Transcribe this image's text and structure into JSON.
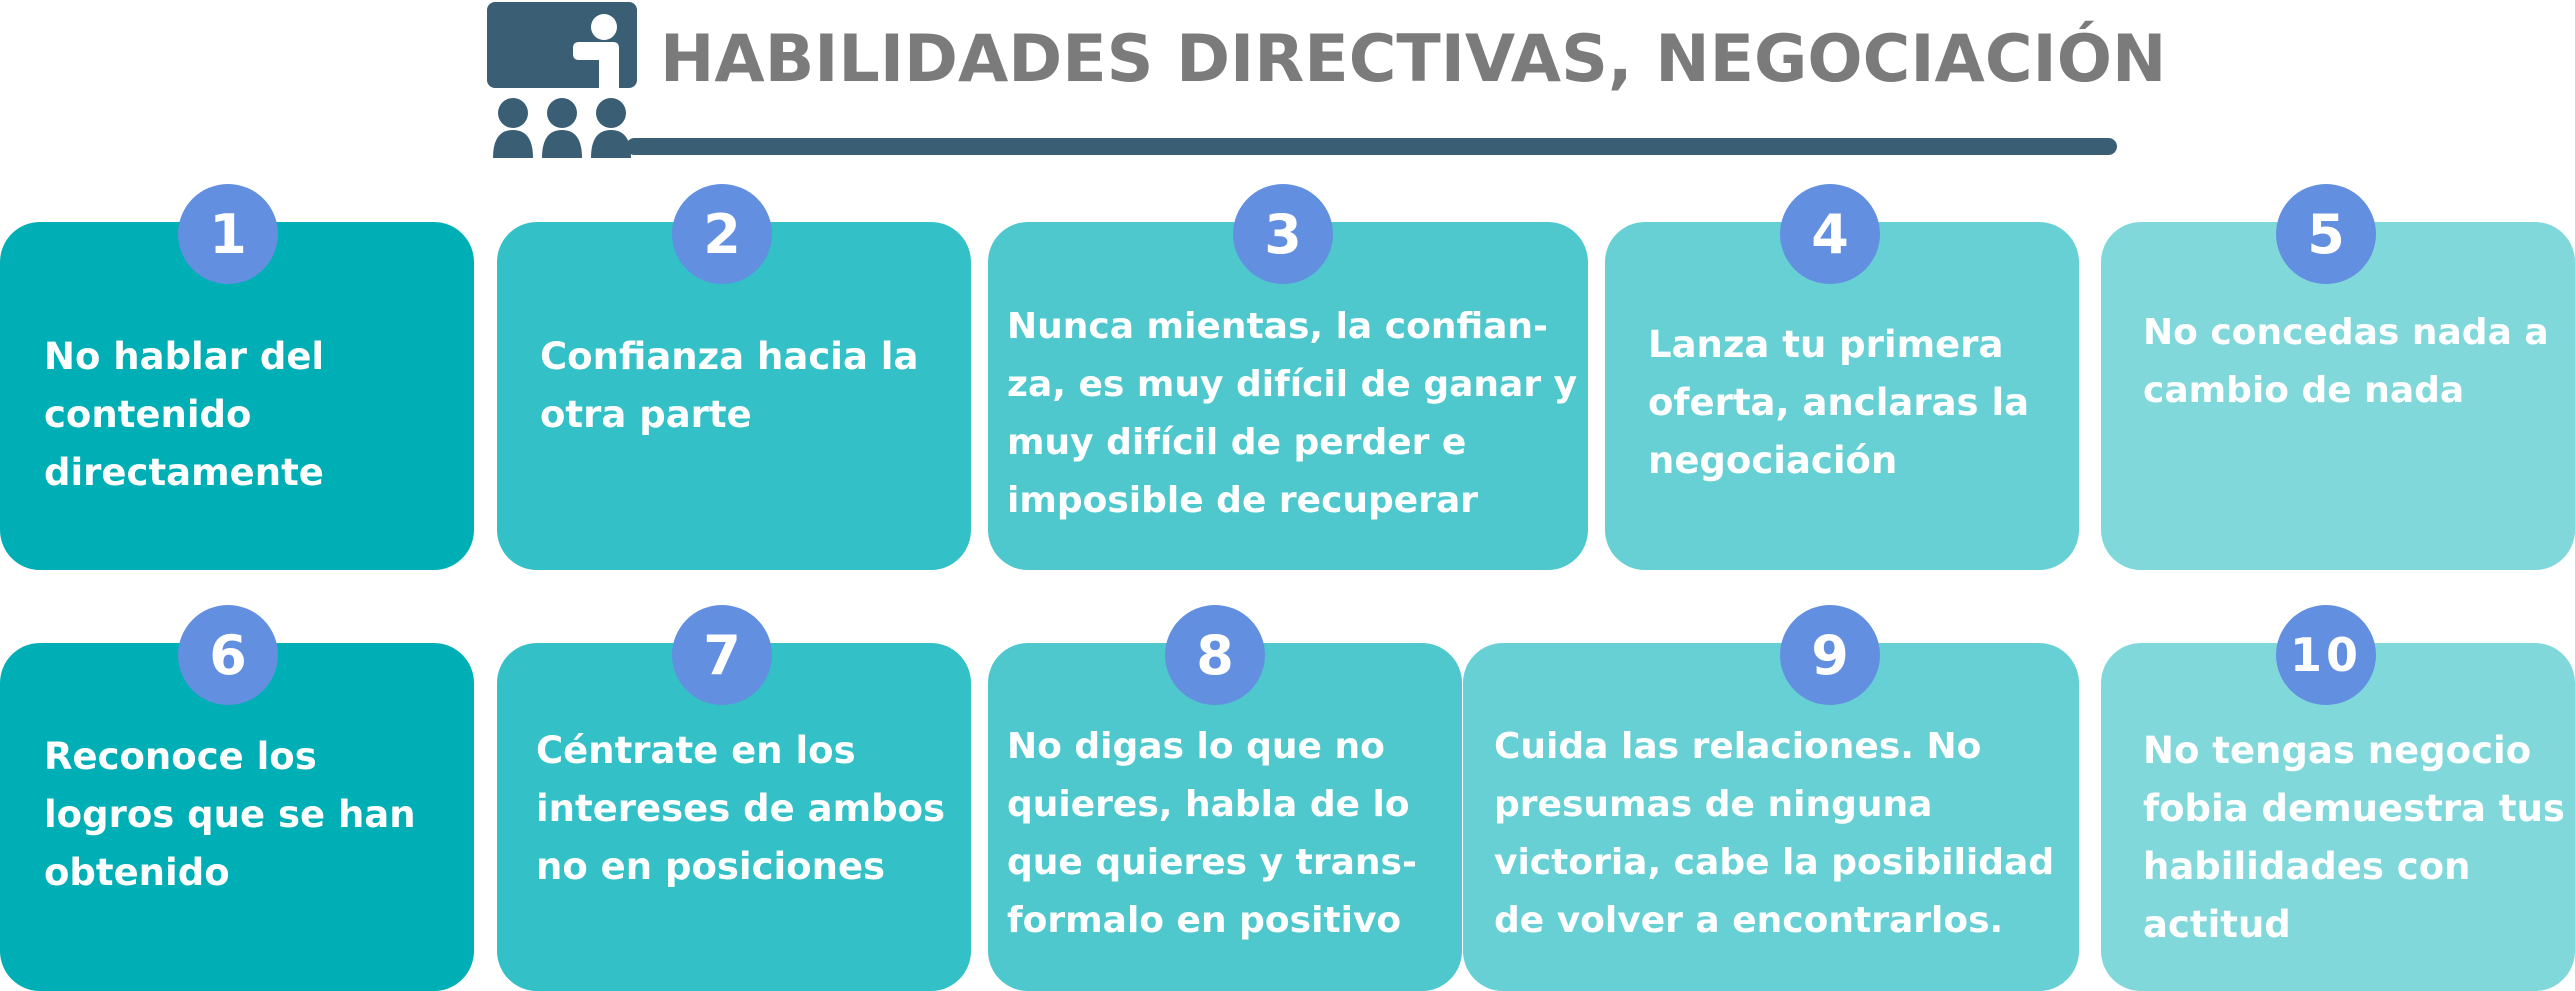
{
  "title": "HABILIDADES DIRECTIVAS, NEGOCIACIÓN",
  "header_icon": "classroom-presenter-icon",
  "colors": {
    "title_text": "#7b7b7b",
    "rule": "#3a5f75",
    "icon": "#3a5f75",
    "badge": "#628fe0",
    "card_1": "#00afb5",
    "card_2": "#33c0c6",
    "card_3": "#4ec8cd",
    "card_4": "#66d0d4",
    "card_5": "#80d8db"
  },
  "tips": [
    {
      "number": "1",
      "lines": [
        "No hablar del",
        "contenido",
        "directamente"
      ]
    },
    {
      "number": "2",
      "lines": [
        "Confianza hacia la",
        "otra parte"
      ]
    },
    {
      "number": "3",
      "lines": [
        "Nunca mientas, la confian-",
        "za, es muy difícil de ganar y",
        "muy difícil de perder e",
        "imposible de recuperar"
      ]
    },
    {
      "number": "4",
      "lines": [
        "Lanza tu primera",
        "oferta, anclaras la",
        "negociación"
      ]
    },
    {
      "number": "5",
      "lines": [
        "No concedas nada a",
        "cambio de nada"
      ]
    },
    {
      "number": "6",
      "lines": [
        "Reconoce los",
        "logros que se han",
        "obtenido"
      ]
    },
    {
      "number": "7",
      "lines": [
        "Céntrate  en los",
        "intereses de ambos",
        "no en posiciones"
      ]
    },
    {
      "number": "8",
      "lines": [
        "No digas lo que no",
        "quieres, habla de lo",
        "que quieres y trans-",
        "formalo en positivo"
      ]
    },
    {
      "number": "9",
      "lines": [
        "Cuida las relaciones. No",
        "presumas de ninguna",
        "victoria, cabe la posibilidad",
        "de volver a encontrarlos."
      ]
    },
    {
      "number": "10",
      "lines": [
        "No tengas negocio",
        "fobia demuestra tus",
        "habilidades con",
        "actitud"
      ]
    }
  ]
}
